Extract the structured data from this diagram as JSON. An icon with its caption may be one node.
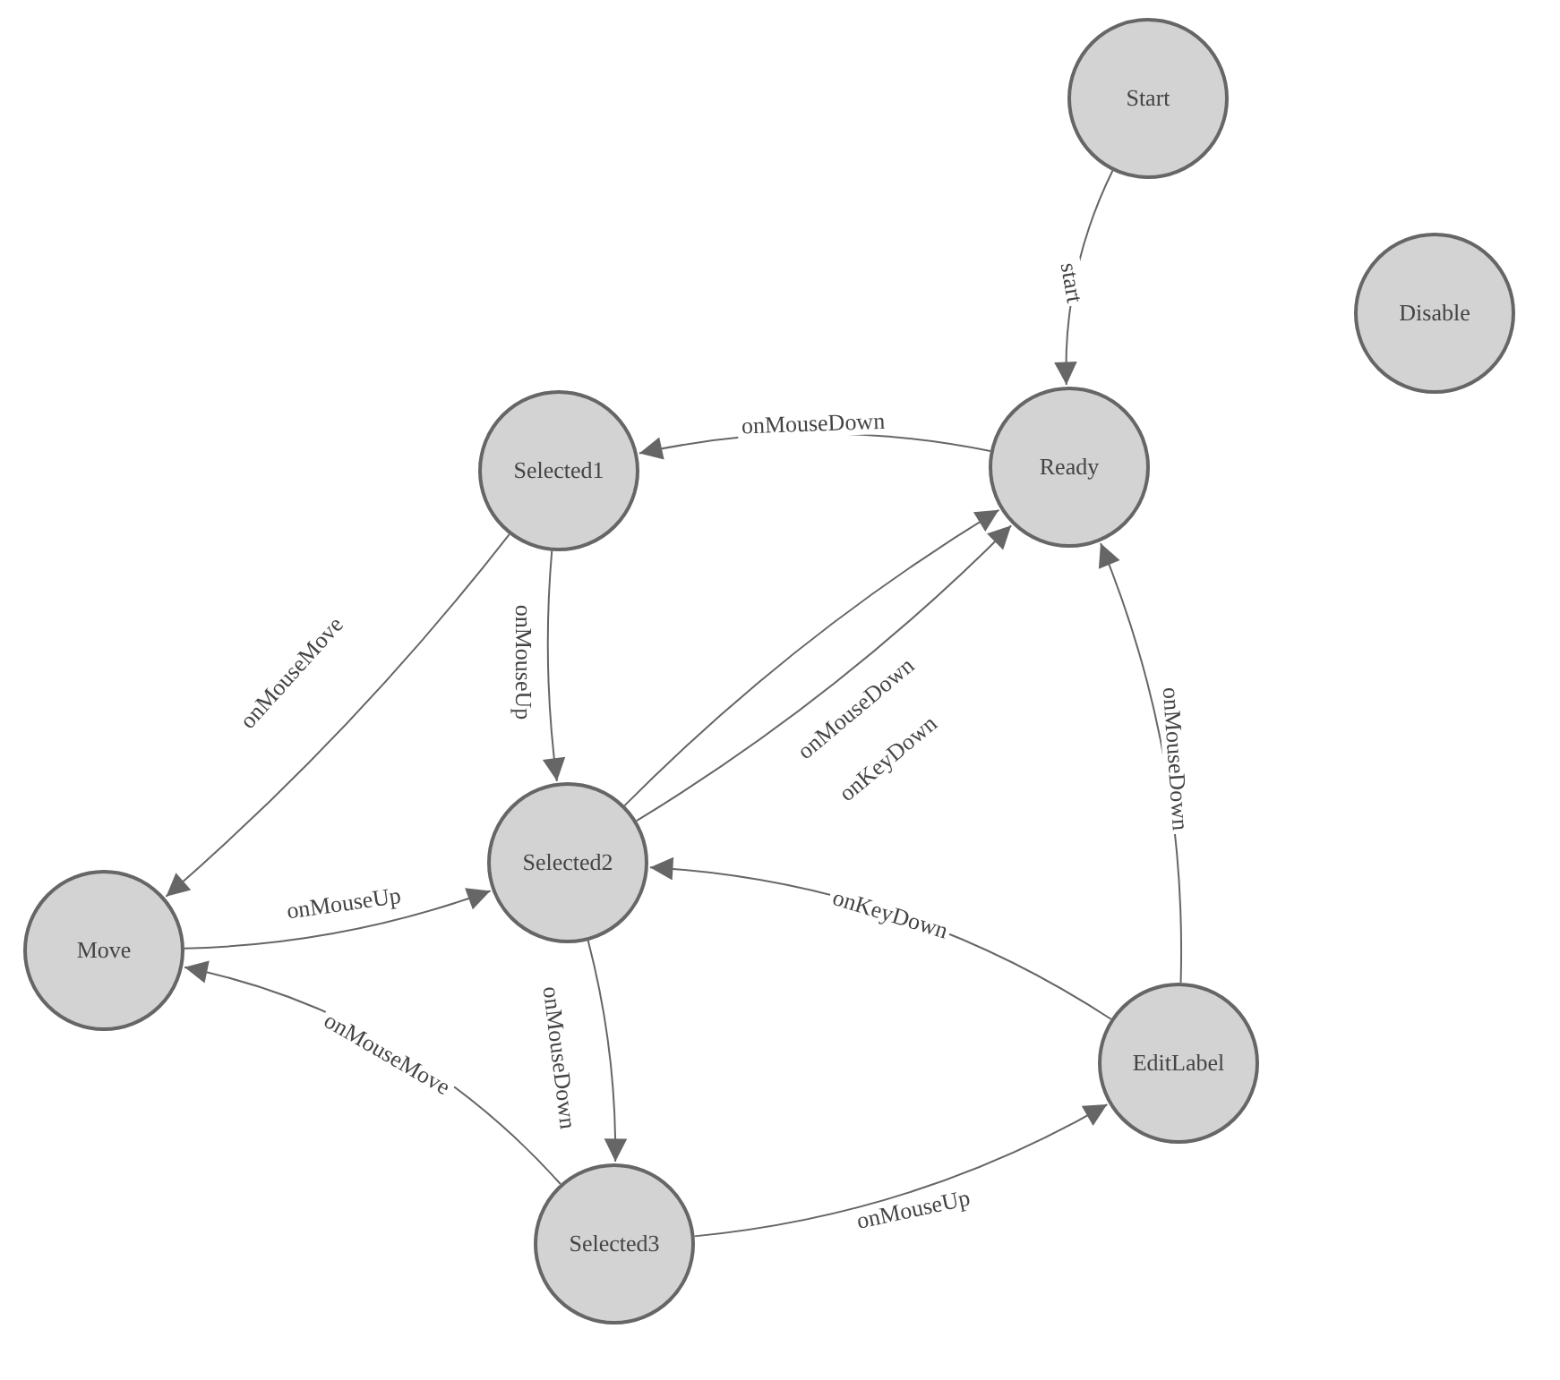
{
  "diagram": {
    "nodes": [
      {
        "text": [
          "Start"
        ]
      },
      {
        "text": [
          "Disable"
        ]
      },
      {
        "text": [
          "Selected1"
        ]
      },
      {
        "text": [
          "Ready"
        ]
      },
      {
        "text": [
          "Move"
        ]
      },
      {
        "text": [
          "Selected2"
        ]
      },
      {
        "text": [
          "EditLabel"
        ]
      },
      {
        "text": [
          "Selected3"
        ]
      }
    ],
    "edges": [
      {
        "from": 0,
        "to": 3,
        "arrow": "to",
        "label": "start"
      },
      {
        "from": 3,
        "to": 2,
        "arrow": "to",
        "label": "onMouseDown"
      },
      {
        "from": 2,
        "to": 4,
        "arrow": "to",
        "label": "onMouseMove"
      },
      {
        "from": 2,
        "to": 5,
        "arrow": "to",
        "label": "onMouseUp"
      },
      {
        "from": 5,
        "to": 3,
        "arrow": "to",
        "label": "onMouseDown"
      },
      {
        "from": 5,
        "to": 3,
        "arrow": "to",
        "label": "onKeyDown"
      },
      {
        "from": 4,
        "to": 5,
        "arrow": "to",
        "label": "onMouseUp"
      },
      {
        "from": 6,
        "to": 3,
        "arrow": "to",
        "label": "onMouseDown"
      },
      {
        "from": 6,
        "to": 5,
        "arrow": "to",
        "label": "onKeyDown"
      },
      {
        "from": 5,
        "to": 7,
        "arrow": "to",
        "label": "onMouseDown"
      },
      {
        "from": 7,
        "to": 4,
        "arrow": "to",
        "label": "onMouseMove"
      },
      {
        "from": 7,
        "to": 6,
        "arrow": "to",
        "label": "onMouseUp"
      }
    ]
  }
}
